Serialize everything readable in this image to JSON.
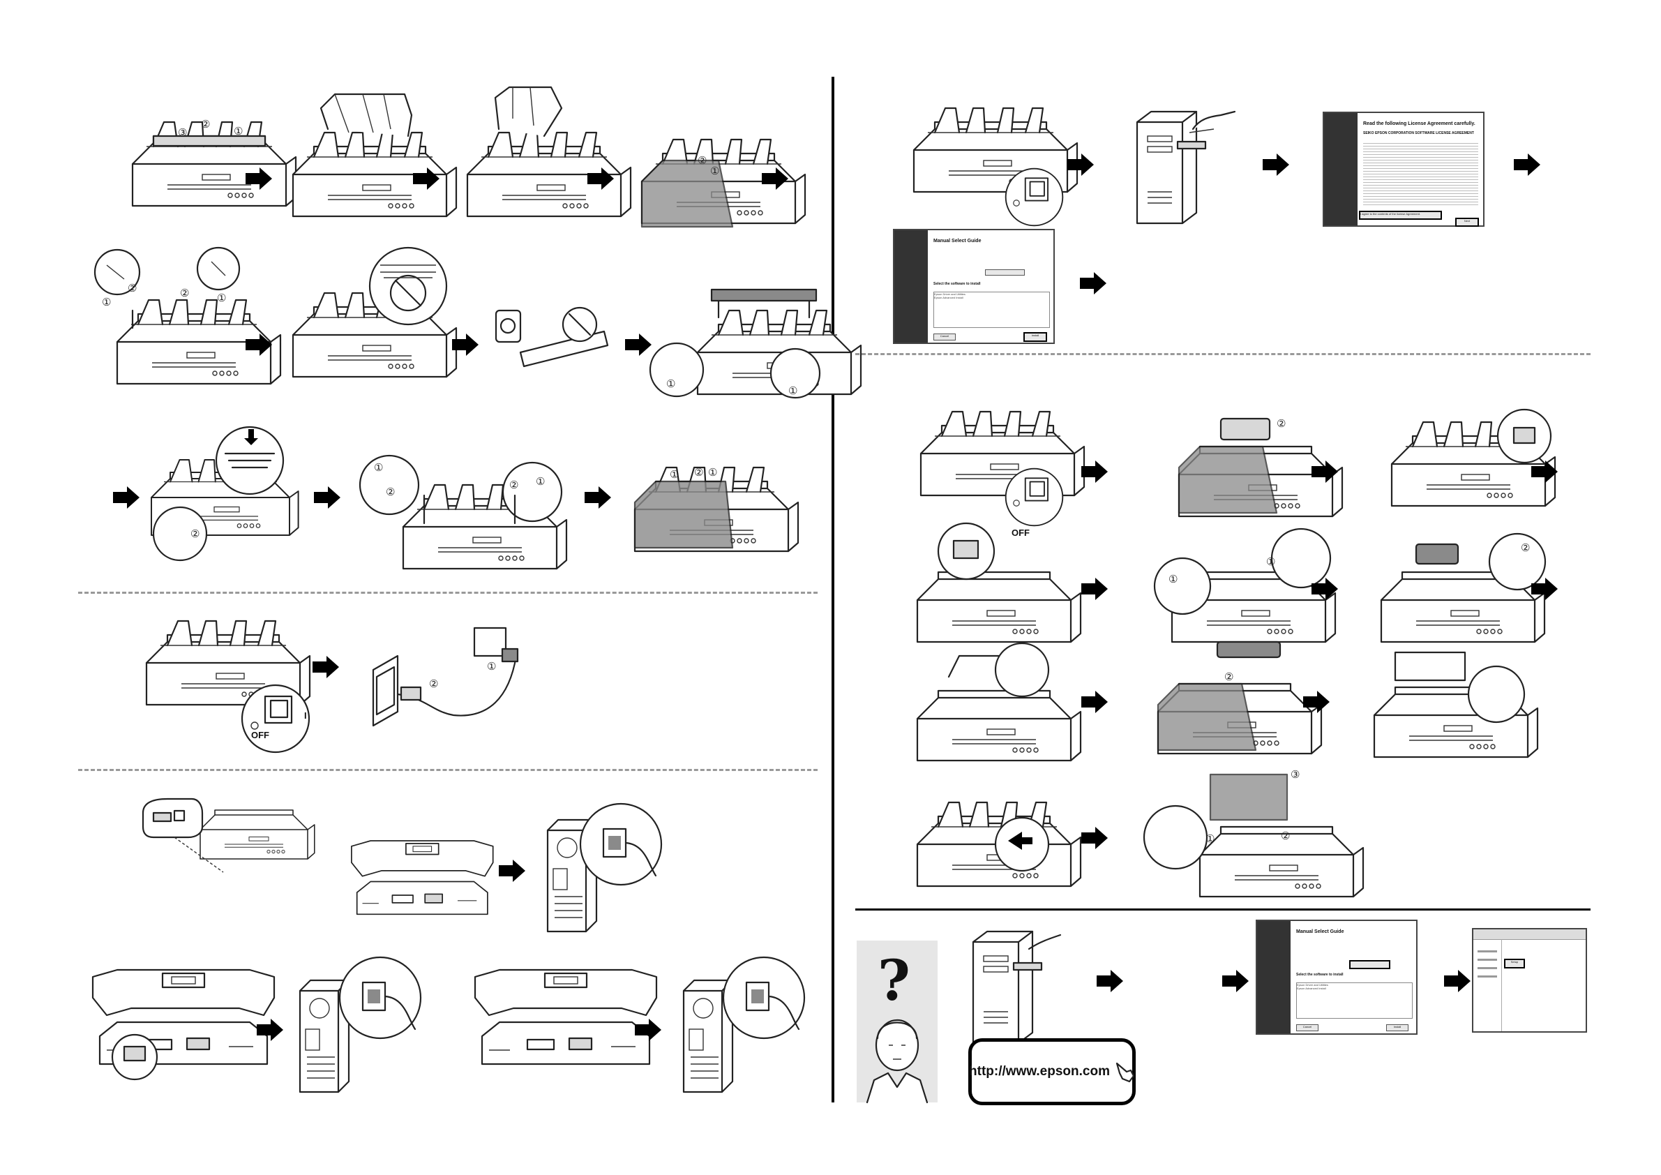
{
  "labels": {
    "off": "OFF",
    "on": "I"
  },
  "callouts": [
    "①",
    "②",
    "③"
  ],
  "website": {
    "url": "http://www.epson.com"
  },
  "dialogs": {
    "license_title": "Read the following License Agreement carefully.",
    "license_heading": "SEIKO EPSON CORPORATION SOFTWARE LICENSE AGREEMENT",
    "license_accept": "I agree to the contents of the license Agreement.",
    "license_next": "Next",
    "installer_title": "Manual Select Guide",
    "installer_select": "Select the software to install",
    "installer_item_1": "Epson Driver and Utilities",
    "installer_item_2": "Epson Advanced Install",
    "installer_install": "Install",
    "installer_cancel": "Cancel",
    "explorer_item": "Setup"
  },
  "icons": [
    "arrow-right-icon",
    "printer-icon",
    "computer-tower-icon",
    "question-mark-icon",
    "pointing-hand-icon",
    "prohibition-icon"
  ]
}
